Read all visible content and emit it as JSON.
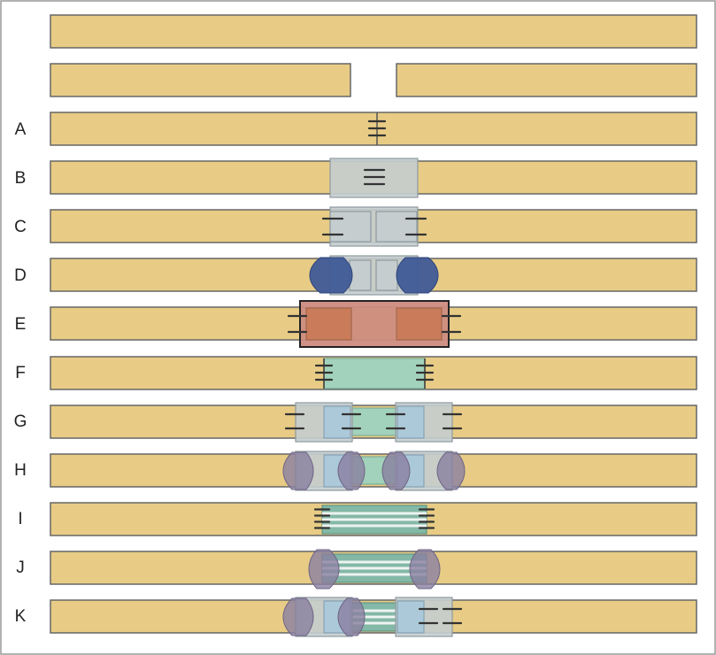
{
  "rows": [
    {
      "label": ""
    },
    {
      "label": ""
    },
    {
      "label": "A"
    },
    {
      "label": "B"
    },
    {
      "label": "C"
    },
    {
      "label": "D"
    },
    {
      "label": "E"
    },
    {
      "label": "F"
    },
    {
      "label": "G"
    },
    {
      "label": "H"
    },
    {
      "label": "I"
    },
    {
      "label": "J"
    },
    {
      "label": "K"
    }
  ],
  "colors": {
    "bone": "#E8CC85",
    "bone_border": "#666666",
    "frame_border": "#999999",
    "plate_gray": "#C4CDCF",
    "plate_blue": "#A9C9DA",
    "screw": "#333333",
    "cap_blue": "#3F5A97",
    "cap_purple": "#8A7FA0",
    "block_red": "#CE8C80",
    "block_orange": "#C97A55",
    "bridge_green": "#9ED2BE",
    "bridge_teal": "#7EB6A9"
  }
}
